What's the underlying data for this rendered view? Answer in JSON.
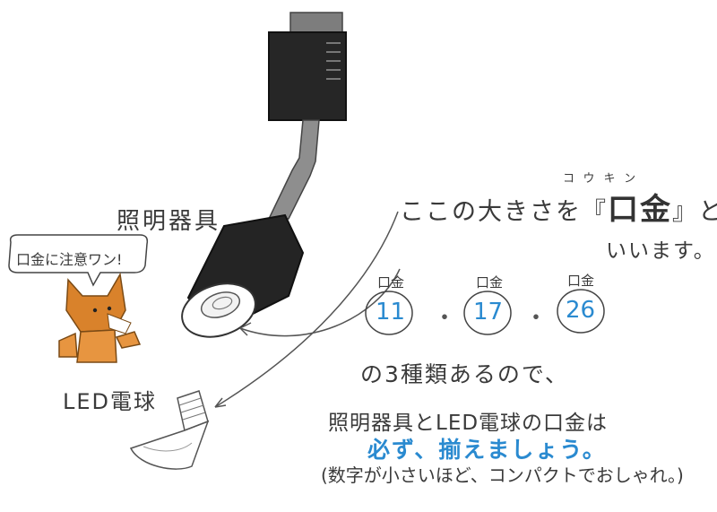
{
  "labels": {
    "fixture": "照明器具",
    "led_bulb": "LED電球",
    "bubble": "口金に注意ワン!",
    "ruby": "コウキン",
    "line1_pre": "ここの大きさを『",
    "line1_key": "口金",
    "line1_post": "』と",
    "line2": "いいます。",
    "sentence3": "の3種類あるので、",
    "sentence4": "照明器具とLED電球の口金は",
    "emphasis": "必ず、揃えましょう。",
    "note": "(数字が小さいほど、コンパクトでおしゃれ。)"
  },
  "base_types": [
    {
      "label": "口金",
      "value": "11"
    },
    {
      "label": "口金",
      "value": "17"
    },
    {
      "label": "口金",
      "value": "26"
    }
  ],
  "separator": "・",
  "colors": {
    "ink": "#3a3a3a",
    "accent_blue": "#2a8ad0",
    "fixture_black": "#222222",
    "arm_gray": "#8a8a8a",
    "fox_orange": "#d9822b"
  }
}
